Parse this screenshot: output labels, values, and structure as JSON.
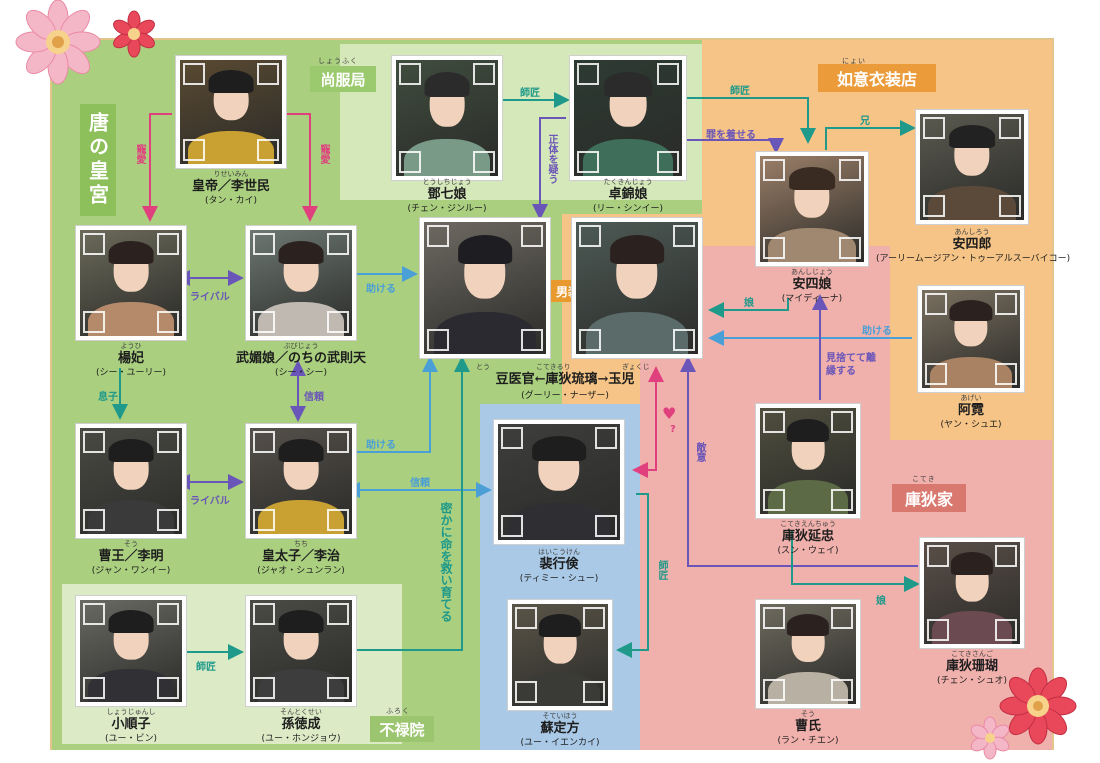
{
  "colors": {
    "palace": "#a9cf7f",
    "palace_tag": "#8dbf5b",
    "shofuku": "#d5e8b9",
    "shofuku_tag": "#9ac96e",
    "nyoi": "#f5c486",
    "nyoi_tag": "#eb9b3a",
    "koteki": "#f0b0ac",
    "koteki_tag": "#d9786f",
    "blue": "#a9c9e6",
    "fuki": "#dceac6",
    "fuki_tag": "#9cc56f",
    "teal": "#1f9a8a",
    "purple": "#6a55b8",
    "pink": "#e0417e",
    "sky": "#4a9fd6",
    "orange": "#e99a2f"
  },
  "groups": {
    "palace": {
      "label": "唐の皇宮"
    },
    "shofuku": {
      "label": "尚服局",
      "furi": "しょうふく"
    },
    "nyoi": {
      "label": "如意衣装店",
      "furi": "にょい"
    },
    "koteki": {
      "label": "庫狄家",
      "furi": "こてき"
    },
    "fuki": {
      "label": "不禄院",
      "furi": "ふろく"
    }
  },
  "characters": [
    {
      "id": "emperor",
      "furi": "りせいみん",
      "name": "皇帝／李世民",
      "actor": "(タン・カイ)",
      "icon": "emperor-portrait"
    },
    {
      "id": "toshichi",
      "furi": "とうしちじょう",
      "name": "鄧七娘",
      "actor": "(チェン・ジンルー)",
      "icon": "woman-portrait"
    },
    {
      "id": "takukin",
      "furi": "たくきんじょう",
      "name": "卓錦娘",
      "actor": "(リー・シンイー)",
      "icon": "woman-portrait"
    },
    {
      "id": "anshiro",
      "furi": "あんしろう",
      "name": "安四郎",
      "actor": "(アーリームージアン・トゥーアルスーバイコー)",
      "icon": "man-portrait"
    },
    {
      "id": "anshijo",
      "furi": "あんしじょう",
      "name": "安四娘",
      "actor": "(マイディーナ)",
      "icon": "woman-portrait"
    },
    {
      "id": "yohi",
      "furi": "ようひ",
      "name": "楊妃",
      "actor": "(シー・ユーリー)",
      "icon": "woman-portrait"
    },
    {
      "id": "bubijo",
      "furi": "ぶびじょう",
      "name": "武媚娘／のちの武則天",
      "actor": "(シー・シー)",
      "icon": "woman-portrait"
    },
    {
      "id": "heroine_male",
      "furi": "",
      "name": "",
      "actor": "",
      "icon": "heroine-male-disguise-portrait"
    },
    {
      "id": "heroine",
      "furi": "",
      "name": "",
      "actor": "",
      "icon": "heroine-portrait"
    },
    {
      "id": "agei",
      "furi": "あげい",
      "name": "阿霓",
      "actor": "(ヤン・シュエ)",
      "icon": "woman-portrait"
    },
    {
      "id": "soo",
      "furi": "そう",
      "name": "曹王／李明",
      "actor": "(ジャン・ワンイー)",
      "icon": "man-portrait"
    },
    {
      "id": "kotaishi",
      "furi": "ちち",
      "name": "皇太子／李治",
      "actor": "(ジャオ・シュンラン)",
      "icon": "man-portrait"
    },
    {
      "id": "haikoken",
      "furi": "はいこうけん",
      "name": "裴行倹",
      "actor": "(ティミー・シュー)",
      "icon": "man-portrait"
    },
    {
      "id": "enchu",
      "furi": "こてきえんちゅう",
      "name": "庫狄延忠",
      "actor": "(スン・ウェイ)",
      "icon": "man-portrait"
    },
    {
      "id": "sango",
      "furi": "こてきさんご",
      "name": "庫狄珊瑚",
      "actor": "(チェン・シュオ)",
      "icon": "woman-portrait"
    },
    {
      "id": "shojunshi",
      "furi": "しょうじゅんし",
      "name": "小順子",
      "actor": "(ユー・ビン)",
      "icon": "man-portrait"
    },
    {
      "id": "sontoku",
      "furi": "そんとくせい",
      "name": "孫徳成",
      "actor": "(ユー・ホンジョウ)",
      "icon": "man-portrait"
    },
    {
      "id": "soteiho",
      "furi": "そていほう",
      "name": "蘇定方",
      "actor": "(ユー・イエンカイ)",
      "icon": "man-portrait"
    },
    {
      "id": "soshi",
      "furi": "そう",
      "name": "曹氏",
      "actor": "(ラン・チエン)",
      "icon": "woman-portrait"
    }
  ],
  "heroine_caption": {
    "furi_left": "とう",
    "furi_mid": "こてきるり",
    "furi_right": "ぎょくじ",
    "name": "豆医官←庫狄琉璃→玉児",
    "actor": "(グーリー・ナーザー)"
  },
  "relations": {
    "choai_left": "寵愛",
    "choai_right": "寵愛",
    "shisho_top": "師匠",
    "shotai": "正体を疑う",
    "shisho_nyoi": "師匠",
    "tsumi": "罪を着せる",
    "ani": "兄",
    "rival_top": "ライバル",
    "tasukeru_1": "助ける",
    "danso": "男装",
    "musume_1": "娘",
    "tasukeru_agei": "助ける",
    "musuko": "息子",
    "shinrai_1": "信頼",
    "misutete": "見捨てて離縁する",
    "tasukeru_2": "助ける",
    "question": "?",
    "tekii": "敵意",
    "rival_bottom": "ライバル",
    "shinrai_2": "信頼",
    "hisoka": "密かに命を救い育てる",
    "shisho_hai": "師匠",
    "musume_2": "娘",
    "shisho_fuki": "師匠"
  }
}
